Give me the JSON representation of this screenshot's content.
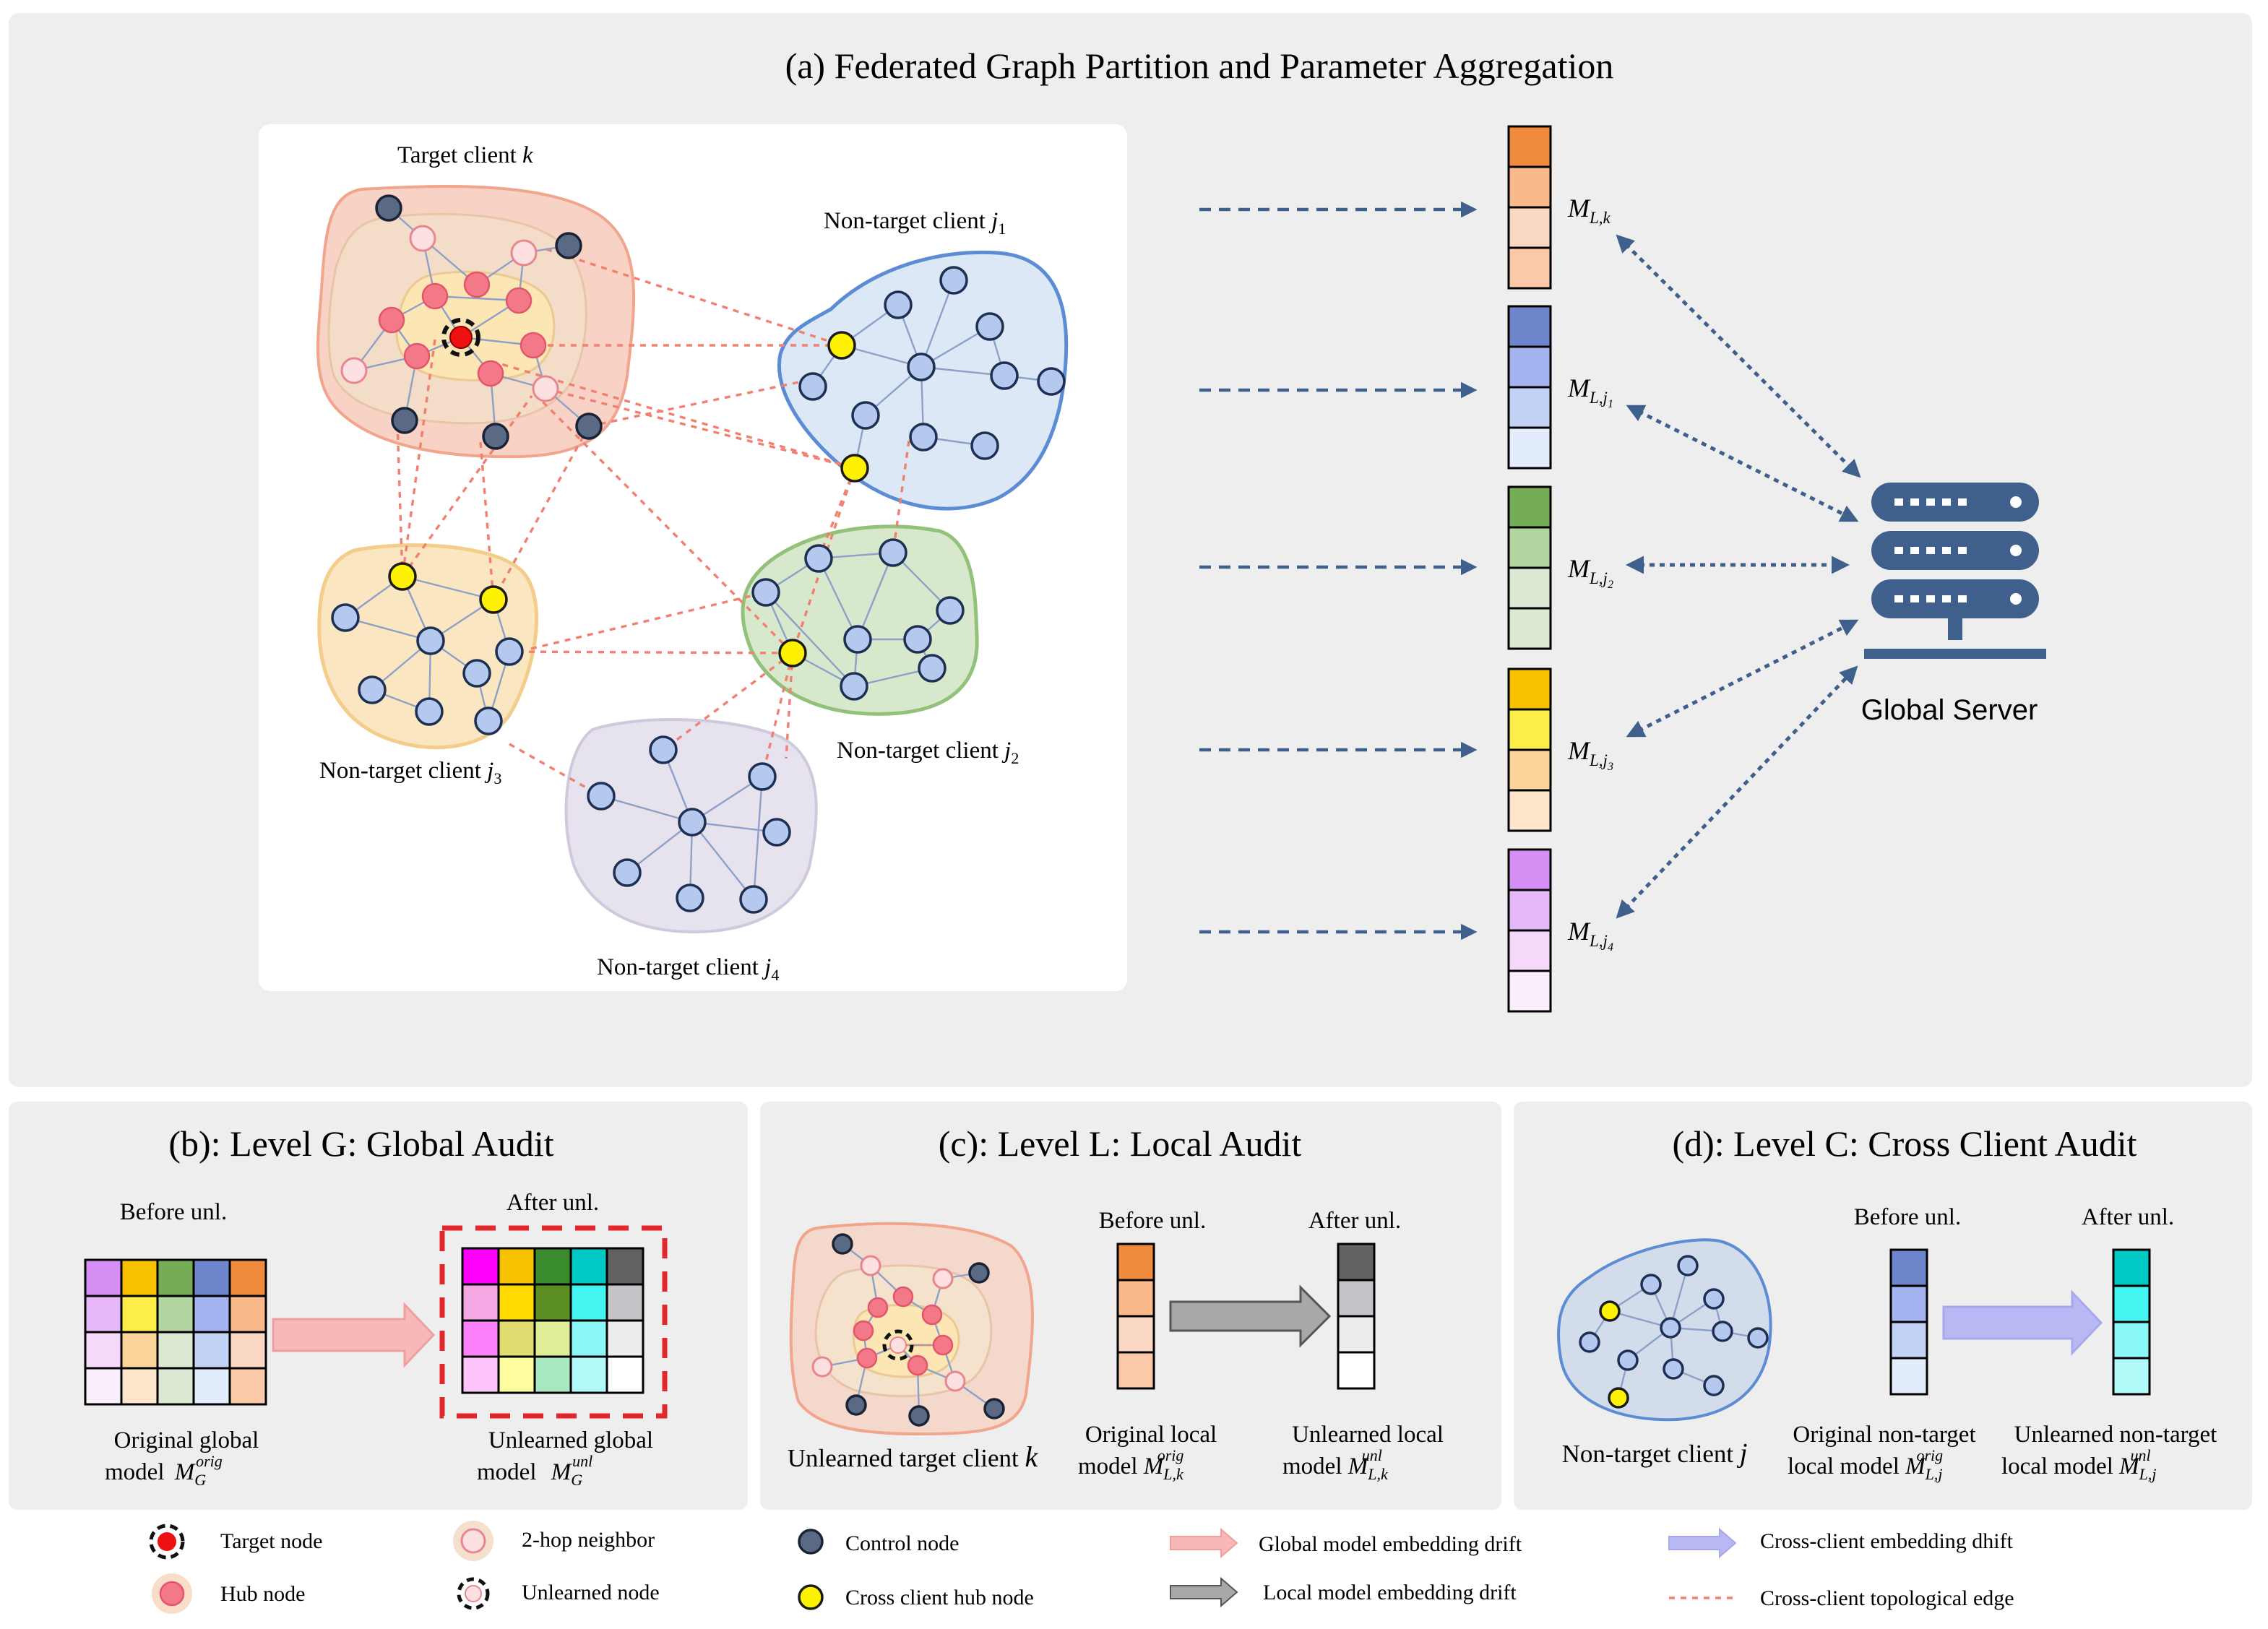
{
  "panel_a": {
    "title": "(a) Federated Graph Partition and Parameter Aggregation",
    "clients": {
      "target": "Target client",
      "target_var": "k",
      "j1": "Non-target client",
      "j1_var": "j",
      "j1_sub": "1",
      "j2": "Non-target client",
      "j2_var": "j",
      "j2_sub": "2",
      "j3": "Non-target client",
      "j3_var": "j",
      "j3_sub": "3",
      "j4": "Non-target client",
      "j4_var": "j",
      "j4_sub": "4"
    },
    "models": [
      {
        "label": "M",
        "sub": "L,k",
        "colors": [
          "#f08a3c",
          "#f9b98a",
          "#fbd8c4",
          "#fbc8a8"
        ]
      },
      {
        "label": "M",
        "sub": "L,j",
        "subsub": "1",
        "colors": [
          "#6e86cc",
          "#a4b4f0",
          "#c2d2f4",
          "#e2ecfa"
        ]
      },
      {
        "label": "M",
        "sub": "L,j",
        "subsub": "2",
        "colors": [
          "#74ad55",
          "#b3d6a0",
          "#dbe8d2",
          "#dbe8d2"
        ]
      },
      {
        "label": "M",
        "sub": "L,j",
        "subsub": "3",
        "colors": [
          "#f8c100",
          "#fdee4a",
          "#fdd49a",
          "#fde6cc"
        ]
      },
      {
        "label": "M",
        "sub": "L,j",
        "subsub": "4",
        "colors": [
          "#d48ef4",
          "#e6b8fa",
          "#f6d8fb",
          "#fbeefc"
        ]
      }
    ],
    "server_label": "Global Server"
  },
  "panel_b": {
    "title": "(b): Level G: Global Audit",
    "before_label": "Before unl.",
    "after_label": "After unl.",
    "before_grid": [
      [
        "#d48ef4",
        "#f8c100",
        "#74ad55",
        "#6e86cc",
        "#f08a3c"
      ],
      [
        "#e6b8fa",
        "#fdee4a",
        "#b3d6a0",
        "#a4b4f0",
        "#f9b98a"
      ],
      [
        "#f6d8fb",
        "#fdd49a",
        "#dbe8d2",
        "#c2d2f4",
        "#fbd8c4"
      ],
      [
        "#fbeefc",
        "#fde6cc",
        "#dbe8d2",
        "#e2ecfa",
        "#fbc8a8"
      ]
    ],
    "after_grid": [
      [
        "#ff00ff",
        "#f8c100",
        "#3a8a2e",
        "#00c9c3",
        "#626262"
      ],
      [
        "#f4a8e4",
        "#ffd900",
        "#5b8f22",
        "#44f4f0",
        "#c4c4c8"
      ],
      [
        "#fb82fa",
        "#e2dc70",
        "#dfee98",
        "#8af8f8",
        "#ececec"
      ],
      [
        "#fdc4fb",
        "#fdfc9e",
        "#a8e8c0",
        "#b2fafa",
        "#ffffff"
      ]
    ],
    "caption_left_line1": "Original global",
    "caption_left_line2": "model",
    "caption_left_var": "M",
    "caption_left_sub": "G",
    "caption_left_sup": "orig",
    "caption_right_line1": "Unlearned global",
    "caption_right_line2": "model",
    "caption_right_var": "M",
    "caption_right_sub": "G",
    "caption_right_sup": "unl"
  },
  "panel_c": {
    "title": "(c): Level L: Local Audit",
    "before_label": "Before unl.",
    "after_label": "After unl.",
    "before_colors": [
      "#f08a3c",
      "#f9b98a",
      "#fbd8c4",
      "#fbc8a8"
    ],
    "after_colors": [
      "#626262",
      "#c4c4c8",
      "#ececec",
      "#ffffff"
    ],
    "client_caption": "Unlearned target client",
    "client_var": "k",
    "caption_left_line1": "Original local",
    "caption_left_line2": "model",
    "caption_left_var": "M",
    "caption_left_sub": "L,k",
    "caption_left_sup": "orig",
    "caption_right_line1": "Unlearned local",
    "caption_right_line2": "model",
    "caption_right_var": "M",
    "caption_right_sub": "L,k",
    "caption_right_sup": "unl"
  },
  "panel_d": {
    "title": "(d): Level C: Cross Client Audit",
    "before_label": "Before unl.",
    "after_label": "After unl.",
    "before_colors": [
      "#6e86cc",
      "#a4b4f0",
      "#c2d2f4",
      "#e2ecfa"
    ],
    "after_colors": [
      "#00c9c3",
      "#44f4f0",
      "#8af8f8",
      "#b2fafa"
    ],
    "client_caption": "Non-target client",
    "client_var": "j",
    "caption_left_line1": "Original non-target",
    "caption_left_line2": "local model",
    "caption_left_var": "M",
    "caption_left_sub": "L,j",
    "caption_left_sup": "orig",
    "caption_right_line1": "Unlearned non-target",
    "caption_right_line2": "local model",
    "caption_right_var": "M",
    "caption_right_sub": "L,j",
    "caption_right_sup": "unl"
  },
  "legend": {
    "target_node": "Target node",
    "hub_node": "Hub node",
    "two_hop": "2-hop neighbor",
    "unlearned_node": "Unlearned node",
    "control_node": "Control node",
    "cross_hub": "Cross client hub node",
    "global_drift": "Global model embedding drift",
    "local_drift": "Local model embedding drift",
    "cross_drift": "Cross-client embedding dhift",
    "cross_edge": "Cross-client topological edge"
  }
}
